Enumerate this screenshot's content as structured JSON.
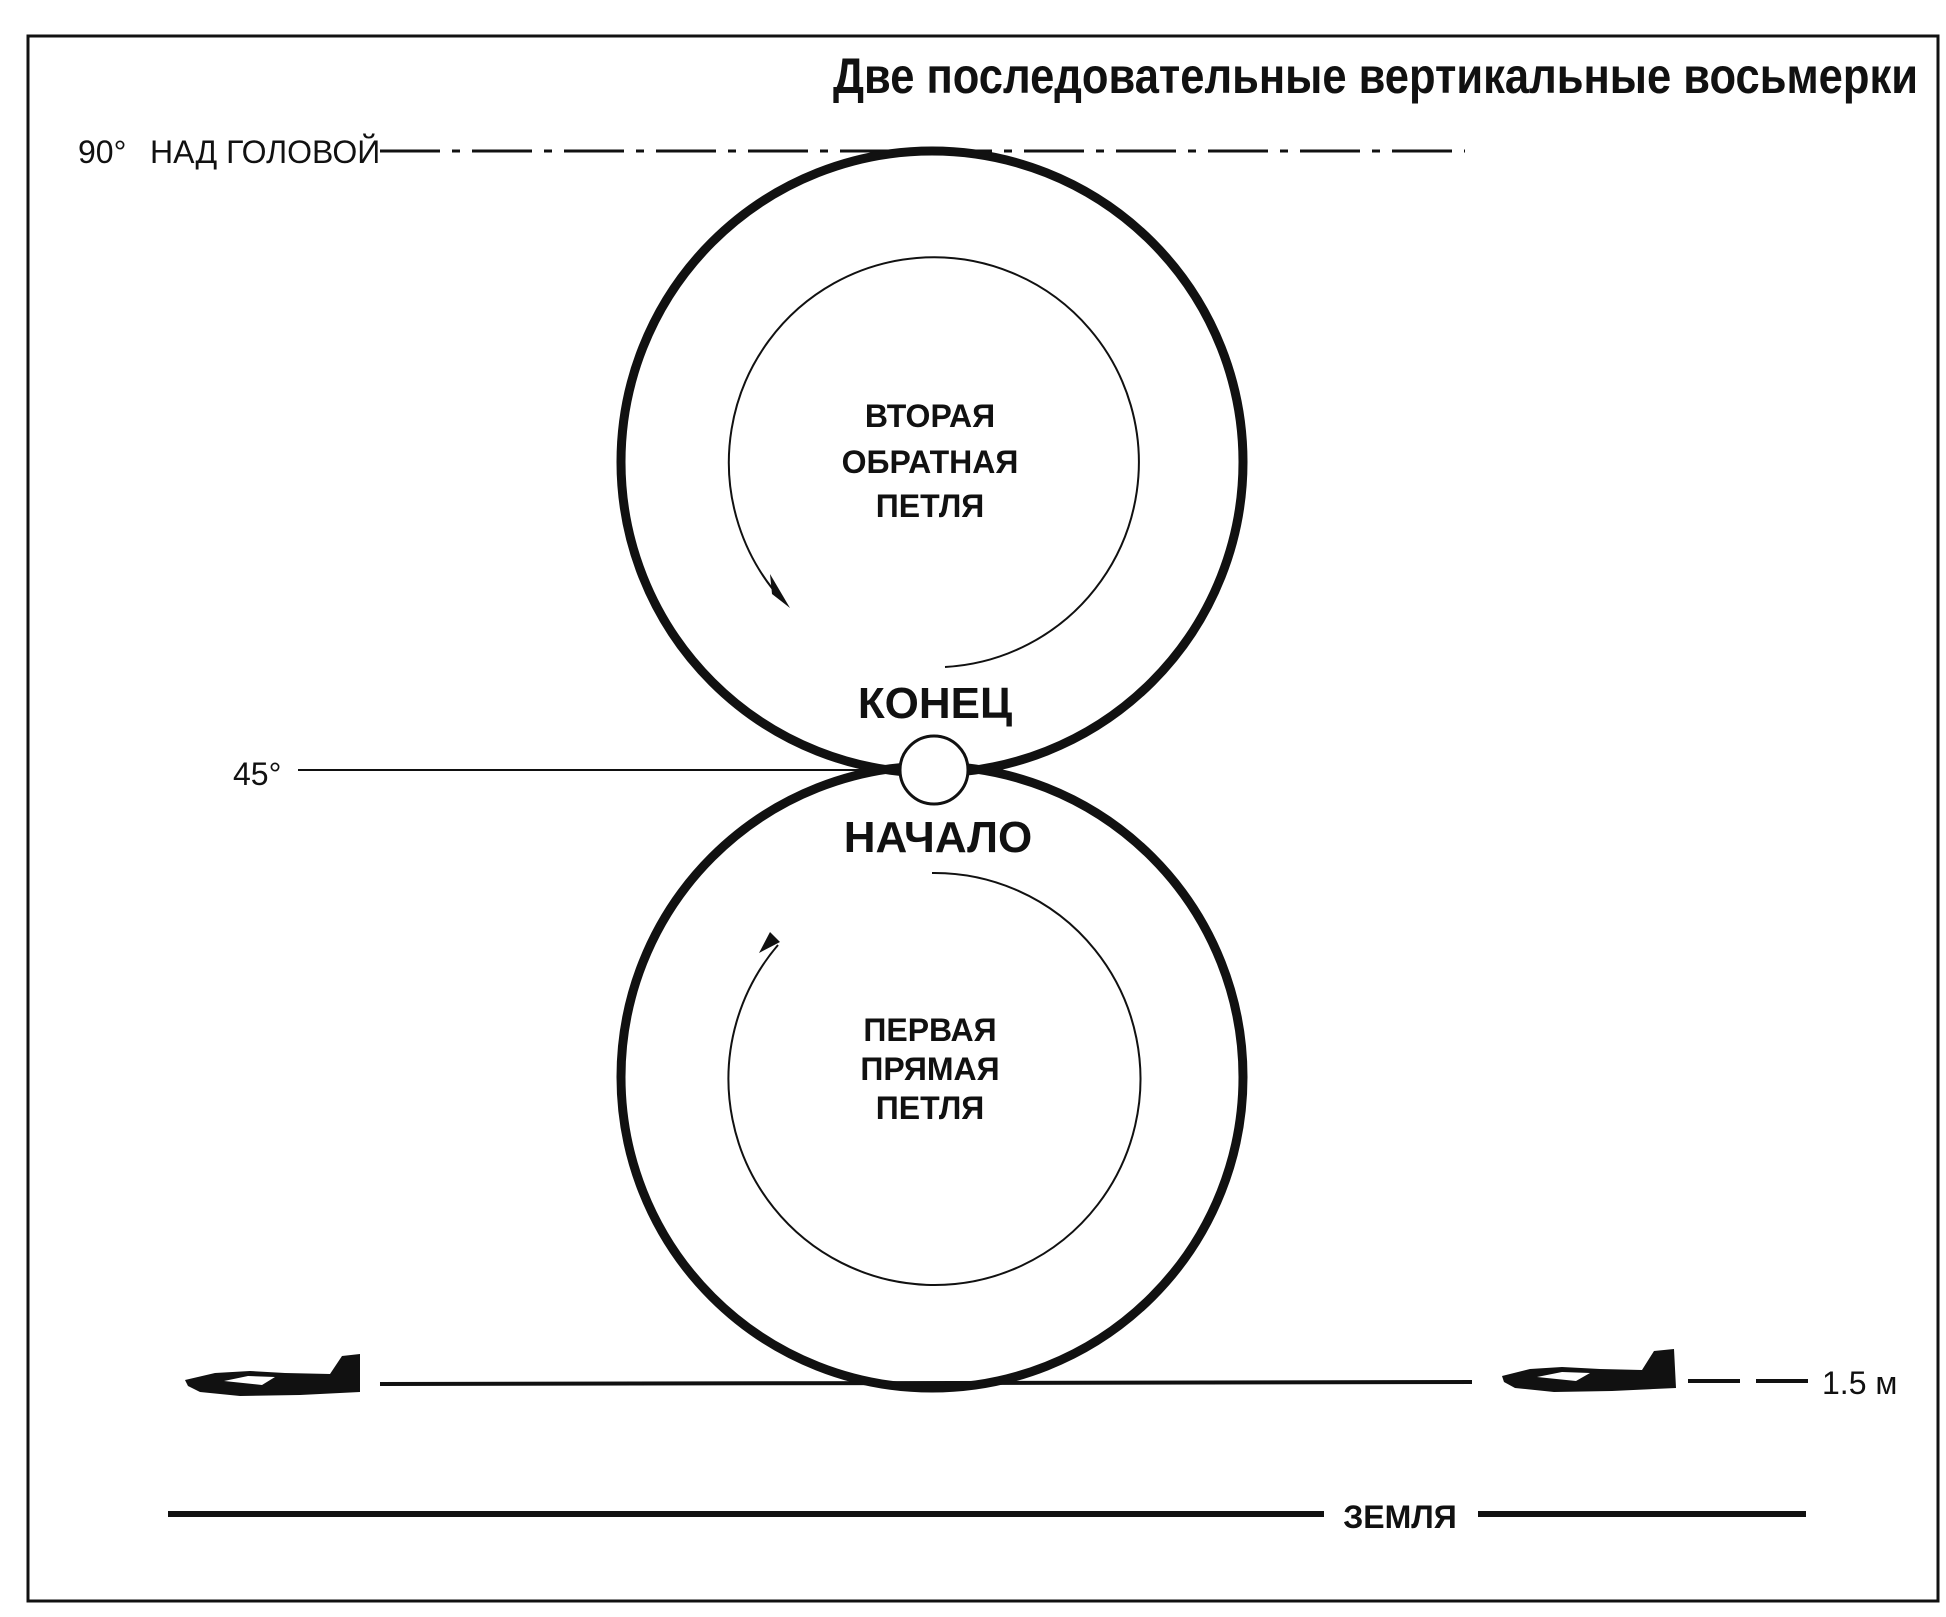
{
  "title": "Две последовательные вертикальные восьмерки",
  "markers": {
    "overhead": {
      "degrees": "90°",
      "text": "НАД ГОЛОВОЙ"
    },
    "angle45": "45°",
    "height": "1.5 м",
    "ground": "ЗЕМЛЯ"
  },
  "points": {
    "end": "КОНЕЦ",
    "start": "НАЧАЛО"
  },
  "loops": {
    "upper": [
      "ВТОРАЯ",
      "ОБРАТНАЯ",
      "ПЕТЛЯ"
    ],
    "lower": [
      "ПЕРВАЯ",
      "ПРЯМАЯ",
      "ПЕТЛЯ"
    ]
  },
  "icons": {
    "left_plane": "airplane-icon",
    "right_plane": "airplane-icon"
  },
  "colors": {
    "line": "#111111",
    "background": "#ffffff"
  }
}
